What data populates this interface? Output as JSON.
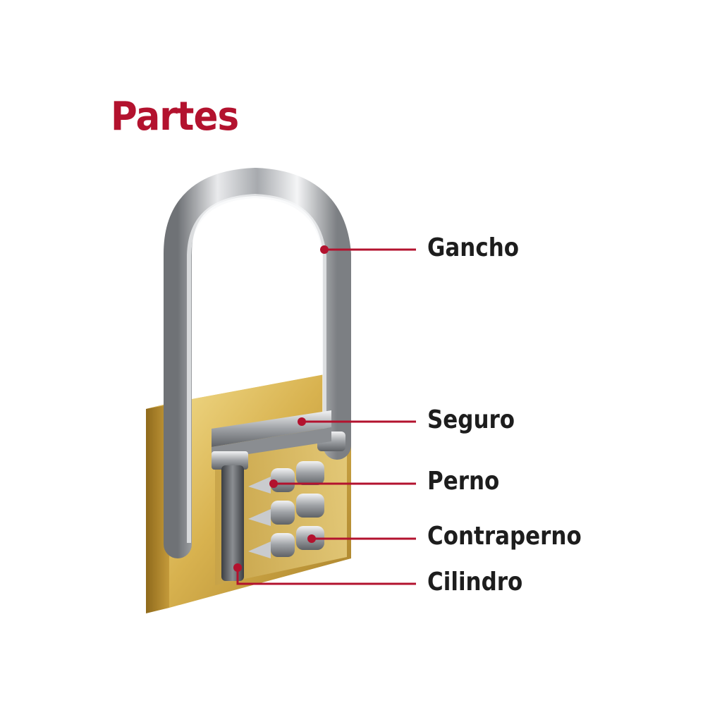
{
  "title": "Partes",
  "accent_color": "#b3122e",
  "text_color": "#1d1d1d",
  "parts": [
    {
      "label": "Gancho"
    },
    {
      "label": "Seguro"
    },
    {
      "label": "Perno"
    },
    {
      "label": "Contraperno"
    },
    {
      "label": "Cilindro"
    }
  ]
}
